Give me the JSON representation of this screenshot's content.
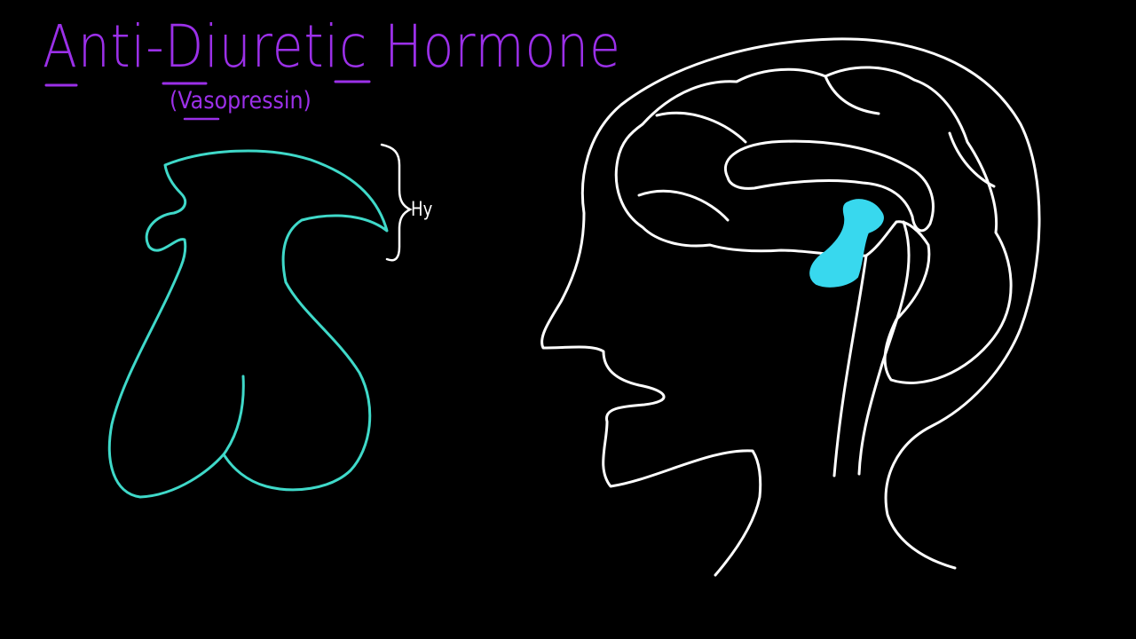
{
  "board": {
    "title": "Anti-Diuretic Hormone",
    "subtitle": "(Vasopressin)",
    "hy_label": "Hy",
    "colors": {
      "background": "#000000",
      "title_ink": "#9b30e8",
      "gland_ink": "#3fd9c9",
      "head_ink": "#ffffff",
      "pituitary_fill": "#38d8ee"
    }
  }
}
